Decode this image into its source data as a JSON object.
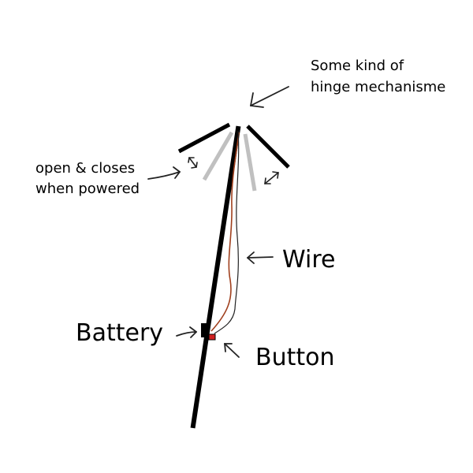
{
  "labels": {
    "hinge_line1": "Some kind of",
    "hinge_line2": "hinge mechanisme",
    "open_line1": "open & closes",
    "open_line2": "when powered",
    "wire": "Wire",
    "battery": "Battery",
    "button": "Button"
  },
  "colors": {
    "stick": "#000000",
    "closed_flaps": "#000000",
    "open_flaps": "#c0c0c0",
    "wire_red": "#a0401e",
    "wire_black": "#222222",
    "arrows": "#222222",
    "button_red": "#d02020"
  }
}
